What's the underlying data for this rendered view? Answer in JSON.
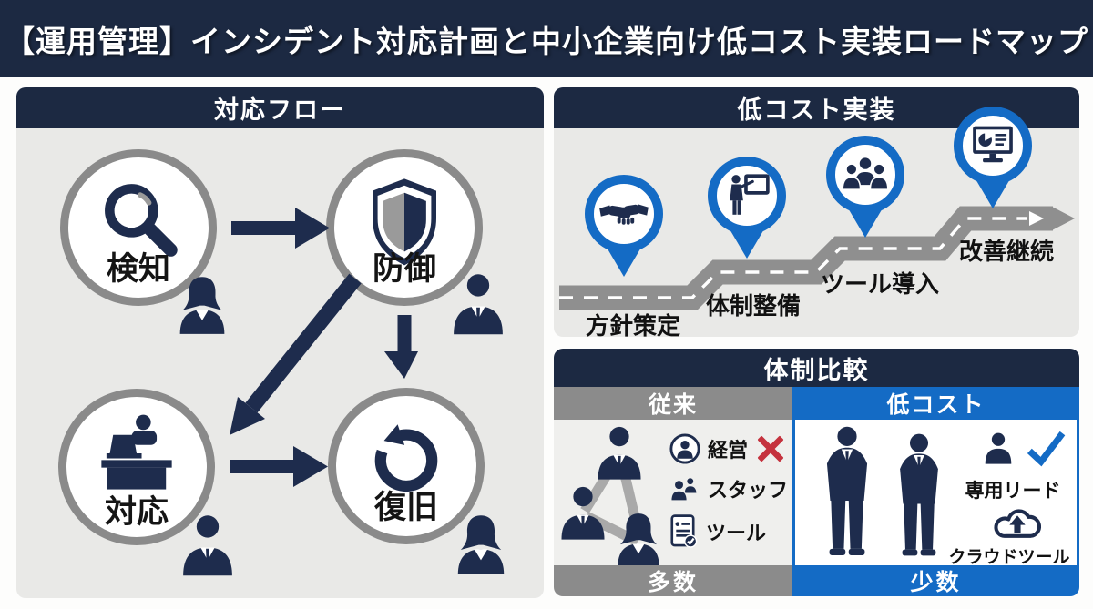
{
  "header": {
    "title": "【運用管理】インシデント対応計画と中小企業向け低コスト実装ロードマップ"
  },
  "colors": {
    "navy": "#1c2942",
    "blue": "#146bc5",
    "icon_navy": "#1e2c4d",
    "panel_bg": "#e9e9e7",
    "gray": "#8b8b8b",
    "road_gray": "#8f8f8f",
    "red_cross": "#c5323e",
    "check_blue": "#146bc5"
  },
  "flow_panel": {
    "title": "対応フロー",
    "steps": [
      {
        "label": "検知",
        "icon": "magnifier-icon",
        "person": "woman-silhouette"
      },
      {
        "label": "防御",
        "icon": "shield-icon",
        "person": "man-silhouette"
      },
      {
        "label": "対応",
        "icon": "desk-worker-icon",
        "person": "man-silhouette"
      },
      {
        "label": "復旧",
        "icon": "restore-arrow-icon",
        "person": "woman-silhouette"
      }
    ]
  },
  "roadmap_panel": {
    "title": "低コスト実装",
    "milestones": [
      {
        "label": "方針策定",
        "icon": "handshake-icon"
      },
      {
        "label": "体制整備",
        "icon": "presenter-icon"
      },
      {
        "label": "ツール導入",
        "icon": "team-icon"
      },
      {
        "label": "改善継続",
        "icon": "dashboard-icon"
      }
    ]
  },
  "comparison_panel": {
    "title": "体制比較",
    "traditional": {
      "header": "従来",
      "footer": "多数",
      "items": [
        {
          "label": "経営",
          "icon": "manager-circle-icon",
          "mark": "cross-mark"
        },
        {
          "label": "スタッフ",
          "icon": "staff-icon"
        },
        {
          "label": "ツール",
          "icon": "checklist-icon"
        }
      ]
    },
    "low_cost": {
      "header": "低コスト",
      "footer": "少数",
      "items": [
        {
          "label": "専用リード",
          "icon": "person-icon",
          "mark": "check-mark"
        },
        {
          "label": "クラウドツール",
          "icon": "cloud-upload-icon"
        }
      ]
    }
  }
}
